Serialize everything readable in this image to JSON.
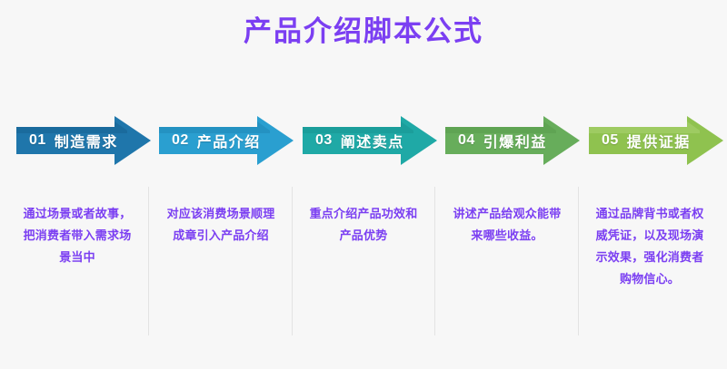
{
  "page": {
    "title": "产品介绍脚本公式",
    "background_color": "#f7f7f7",
    "accent_color": "#7b3ff2"
  },
  "steps": [
    {
      "number": "01",
      "label": "制造需求",
      "color": "#1f76ab",
      "color_top": "#1a6b9d",
      "description": "通过场景或者故事，把消费者带入需求场景当中"
    },
    {
      "number": "02",
      "label": "产品介绍",
      "color": "#2a9fd0",
      "color_top": "#2492c2",
      "description": "对应该消费场景顺理成章引入产品介绍"
    },
    {
      "number": "03",
      "label": "阐述卖点",
      "color": "#1fa9a6",
      "color_top": "#1b9e9b",
      "description": "重点介绍产品功效和产品优势"
    },
    {
      "number": "04",
      "label": "引爆利益",
      "color": "#67ad5b",
      "color_top": "#5fa453",
      "description": "讲述产品给观众能带来哪些收益。"
    },
    {
      "number": "05",
      "label": "提供证据",
      "color": "#8fc24f",
      "color_top": "#9ecb62",
      "description": "通过品牌背书或者权威凭证，以及现场演示效果，强化消费者购物信心。"
    }
  ]
}
